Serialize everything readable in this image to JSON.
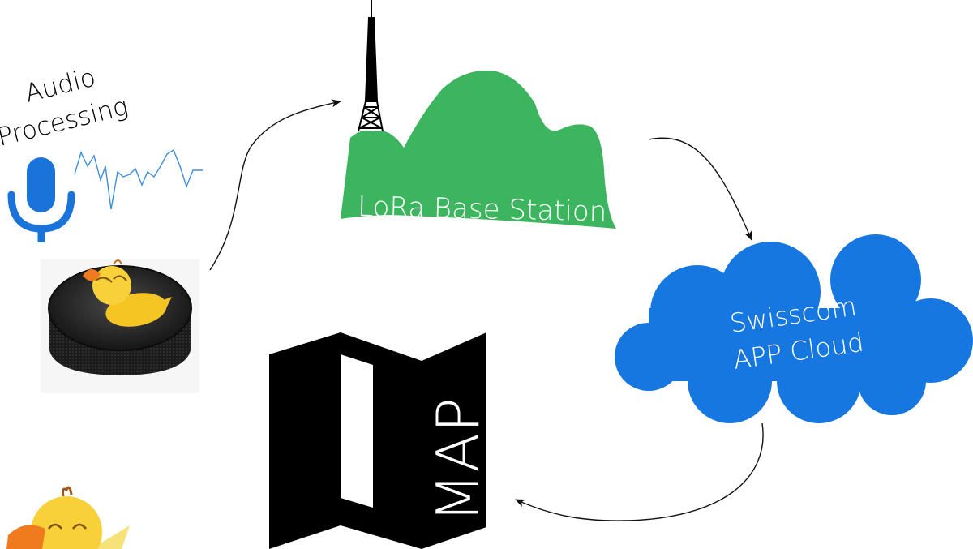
{
  "labels": {
    "audio_line1": "Audio",
    "audio_line2": "Processing",
    "base_station": "LoRa Base Station",
    "cloud_line1": "Swisscom",
    "cloud_line2": "APP Cloud",
    "map": "MAP"
  },
  "icons": {
    "microphone": "microphone-icon",
    "waveform": "audio-waveform-icon",
    "puck": "sensor-puck-icon",
    "tower": "radio-tower-icon",
    "mountain": "mountain-icon",
    "cloud": "cloud-icon",
    "map": "map-icon",
    "duck": "duck-mascot-icon"
  },
  "colors": {
    "mic_blue": "#1a73d9",
    "wave_blue": "#3b8ee0",
    "mountain_green": "#3cb55e",
    "cloud_blue": "#1677e0",
    "map_black": "#000000",
    "arrow": "#111111",
    "duck_yellow": "#f5c623",
    "duck_orange": "#f07b1e"
  }
}
